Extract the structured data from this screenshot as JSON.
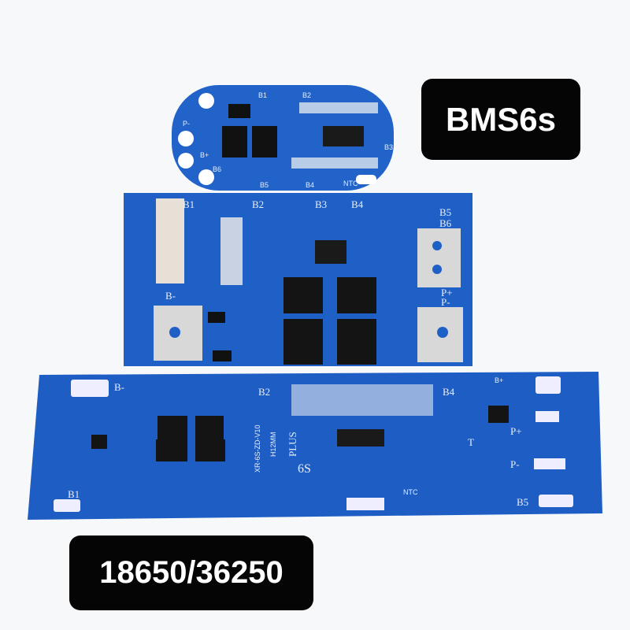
{
  "badges": {
    "top": "BMS6s",
    "bottom": "18650/36250"
  },
  "colors": {
    "pcb": "#1f5fc4",
    "pcb_dark": "#174a9e",
    "silkscreen": "#e8eef8",
    "badge": "#050505",
    "background": "#f7f8fa"
  },
  "board_small": {
    "labels": [
      "B1",
      "B2",
      "B3",
      "B4",
      "B5",
      "B6",
      "P-",
      "B+",
      "NTC"
    ]
  },
  "board_medium": {
    "labels": [
      "B1",
      "B2",
      "B3",
      "B4",
      "B5",
      "B6",
      "B-",
      "P+",
      "P-"
    ]
  },
  "board_large": {
    "labels": [
      "B-",
      "B1",
      "B2",
      "B4",
      "B5",
      "B+",
      "P+",
      "P-",
      "T",
      "6S",
      "PLUS",
      "H12MM",
      "XR-6S-ZD-V10",
      "NTC"
    ]
  }
}
